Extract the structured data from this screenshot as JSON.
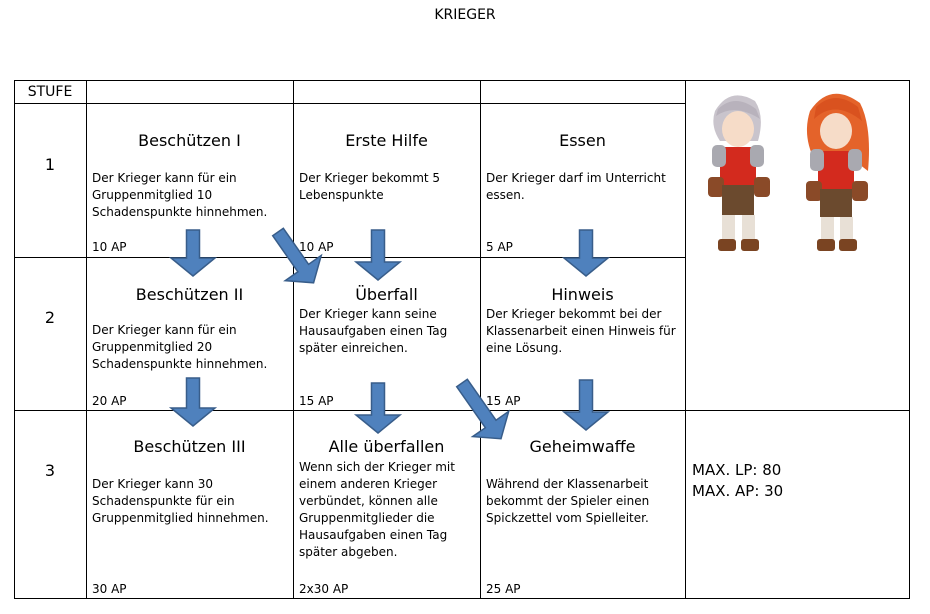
{
  "title": "KRIEGER",
  "header": {
    "stufe": "STUFE"
  },
  "levels": [
    "1",
    "2",
    "3"
  ],
  "skills": [
    [
      {
        "name": "Beschützen I",
        "desc": "Der Krieger kann für ein Gruppenmitglied 10 Schadenspunkte hinnehmen.",
        "ap": "10 AP"
      },
      {
        "name": "Erste Hilfe",
        "desc": "Der Krieger bekommt 5 Lebenspunkte",
        "ap": "10 AP"
      },
      {
        "name": "Essen",
        "desc": "Der Krieger darf im Unterricht essen.",
        "ap": "5 AP"
      }
    ],
    [
      {
        "name": "Beschützen II",
        "desc": "Der Krieger kann für ein Gruppenmitglied 20 Schadenspunkte hinnehmen.",
        "ap": "20 AP"
      },
      {
        "name": "Überfall",
        "desc": "Der Krieger kann seine Hausaufgaben einen Tag später einreichen.",
        "ap": "15 AP"
      },
      {
        "name": "Hinweis",
        "desc": "Der Krieger bekommt bei der Klassenarbeit einen Hinweis für eine Lösung.",
        "ap": "15 AP"
      }
    ],
    [
      {
        "name": "Beschützen III",
        "desc": "Der Krieger kann 30 Schadenspunkte für ein Gruppenmitglied hinnehmen.",
        "ap": "30 AP"
      },
      {
        "name": "Alle überfallen",
        "desc": "Wenn sich der Krieger mit einem anderen Krieger verbündet, können alle Gruppenmitglieder die Hausaufgaben einen Tag später abgeben.",
        "ap": "2x30 AP"
      },
      {
        "name": "Geheimwaffe",
        "desc": "Während der Klassenarbeit bekommt der Spieler einen Spickzettel vom Spielleiter.",
        "ap": "25 AP"
      }
    ]
  ],
  "stats": {
    "lp": "MAX. LP: 80",
    "ap": "MAX. AP: 30"
  },
  "colors": {
    "arrow": "#4f81bd",
    "arrow_outline": "#385d8a"
  }
}
